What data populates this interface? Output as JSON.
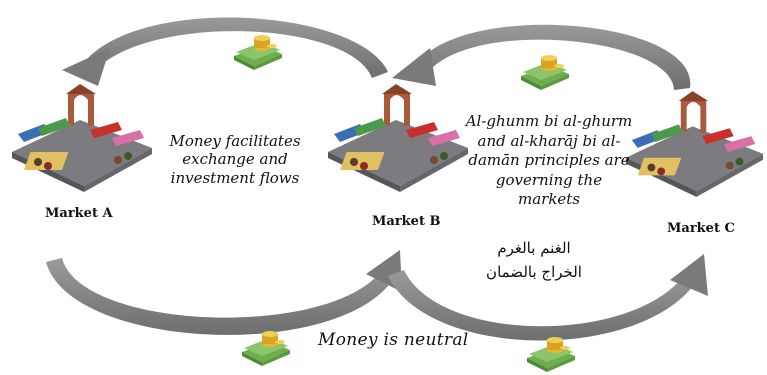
{
  "markets": {
    "a": {
      "label": "Market A"
    },
    "b": {
      "label": "Market B"
    },
    "c": {
      "label": "Market C"
    }
  },
  "captions": {
    "flows": [
      "Money facilitates",
      "exchange and",
      "investment flows"
    ],
    "principles": [
      "Al-ghunm bi al-ghurm",
      "and al-kharāj bi al-",
      "damān principles are",
      "governing the markets"
    ],
    "neutral": "Money is neutral"
  },
  "arabic": {
    "line1": "الغنم بالغرم",
    "line2": "الخراج بالضمان"
  },
  "colors": {
    "arrow": "#8c8c8c",
    "cash": "#6fae4f",
    "coin": "#e7b833",
    "awning_red": "#c9302c",
    "awning_pink": "#d96fa6",
    "arch": "#a85a3a"
  },
  "icons": [
    "market-stall-icon",
    "money-stack-icon",
    "curved-arrow-icon"
  ]
}
